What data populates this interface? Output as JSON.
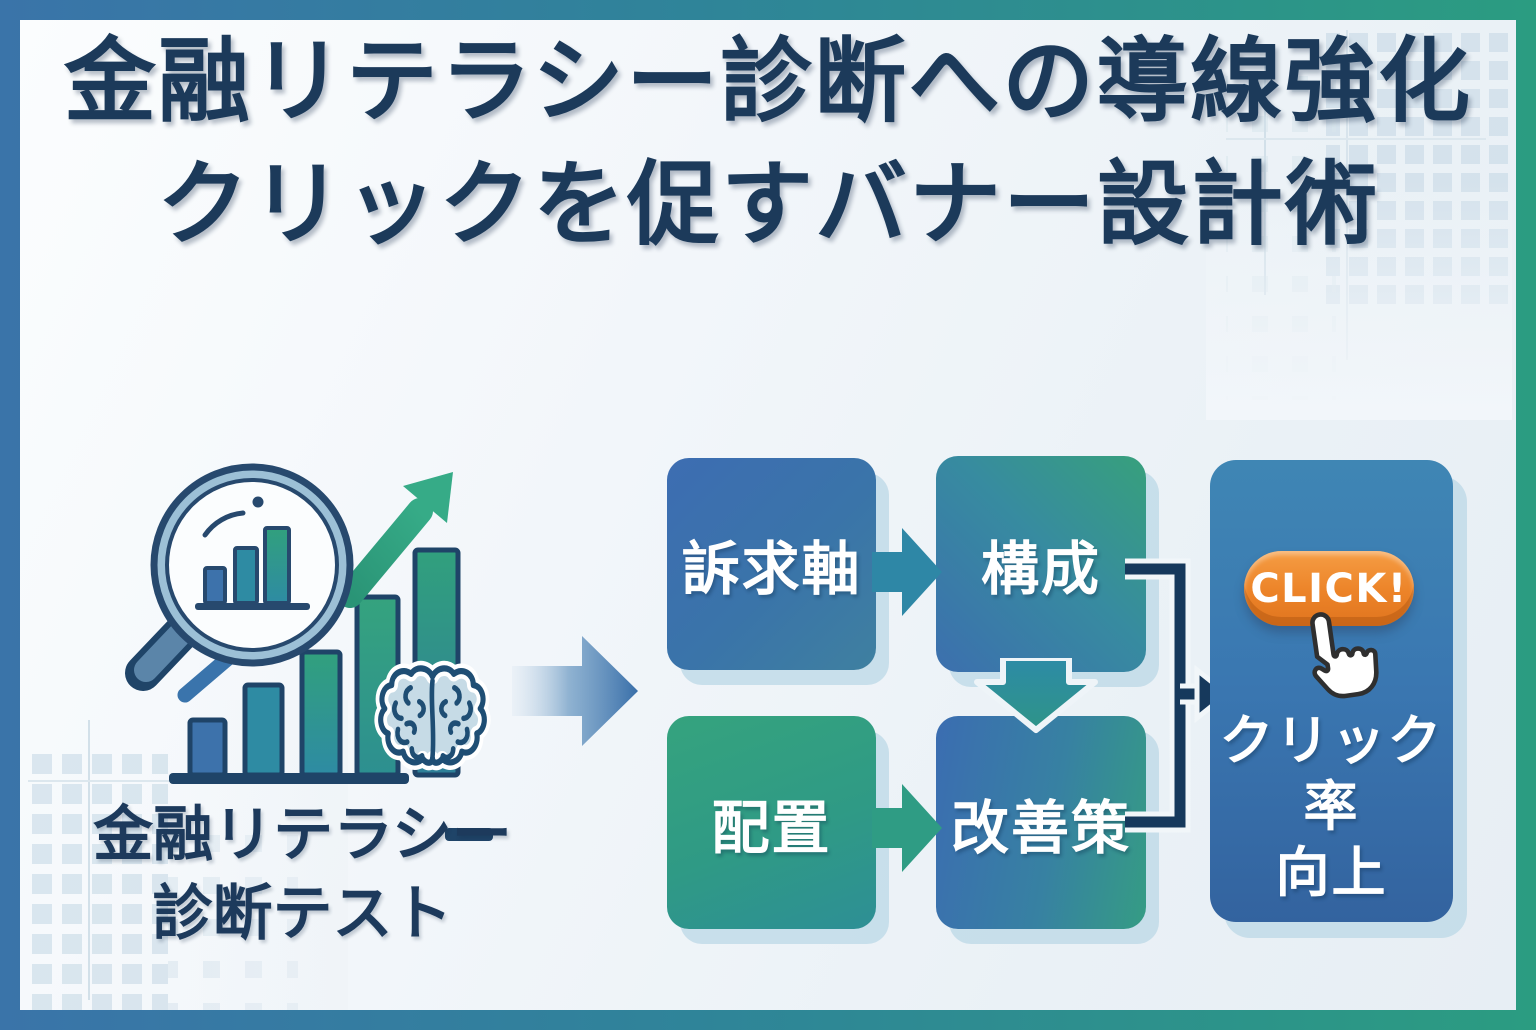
{
  "poster": {
    "title_line1": "金融リテラシー診断への導線強化",
    "title_line2": "クリックを促すバナー設計術"
  },
  "diagnostic": {
    "caption_line1": "金融リテラシー",
    "caption_line2": "診断テスト",
    "icons": [
      "magnifier-icon",
      "mini-bar-chart-icon",
      "trend-line-icon",
      "growth-arrow-icon",
      "bar-chart-icon",
      "brain-icon"
    ]
  },
  "flow": {
    "boxes": [
      {
        "label": "訴求軸"
      },
      {
        "label": "構成"
      },
      {
        "label": "配置"
      },
      {
        "label": "改善策"
      }
    ],
    "arrow_icons": [
      "big-arrow-icon",
      "flow-arrow-right-icon",
      "flow-arrow-right-icon",
      "flow-arrow-down-icon",
      "merge-connector-arrow-icon"
    ]
  },
  "result": {
    "button_label": "CLICK!",
    "caption_line1": "クリック率",
    "caption_line2": "向上",
    "icons": [
      "click-button",
      "hand-cursor-icon"
    ]
  },
  "colors": {
    "frame_gradient_start": "#3a74a9",
    "frame_gradient_end": "#2b9c81",
    "canvas_bg": "#f1f6f9",
    "title_text": "#1c3a5a",
    "box_blue": "#3c6fae",
    "box_green": "#35a07c",
    "box_teal": "#2e8f95",
    "result_box_blue": "#3a77b1",
    "click_button_orange": "#ec8328",
    "connector_navy": "#16395c",
    "flow_arrow_teal": "#2e87a6",
    "flow_arrow_green": "#2f9c84",
    "growth_arrow_green": "#2f9f7f",
    "brain_fill": "#c6dbe6",
    "shadow_blue": "#cfe2ec"
  }
}
